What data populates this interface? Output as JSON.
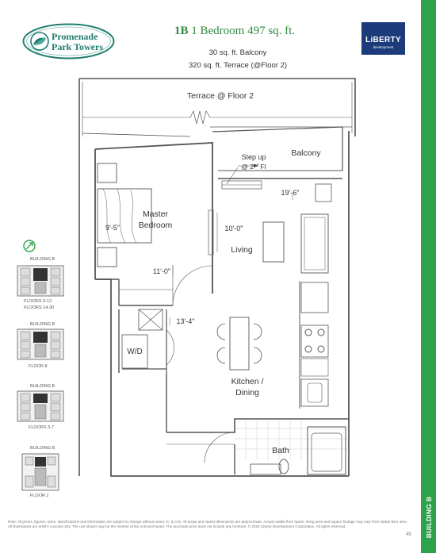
{
  "logo": {
    "line1": "Promenade",
    "line2": "Park Towers"
  },
  "header": {
    "unit_code": "1B",
    "unit_desc": "1 Bedroom 497 sq. ft.",
    "balcony_area": "30 sq. ft. Balcony",
    "terrace_area": "320 sq. ft. Terrace (@Floor 2)"
  },
  "brand": {
    "name": "LiBERTY",
    "sub": "development"
  },
  "plan": {
    "terrace": "Terrace @ Floor 2",
    "step_up_1": "Step up",
    "step_up_2a": "@ 2",
    "step_up_2b": "nd",
    "step_up_2c": " Fl",
    "balcony": "Balcony",
    "balcony_dim": "19'-6\"",
    "master_1": "Master",
    "master_2": "Bedroom",
    "master_dim_a": "9'-5\"",
    "master_dim_b": "11'-0\"",
    "living": "Living",
    "living_dim": "10'-0\"",
    "washer_dryer": "W/D",
    "kitchen_dim": "13'-4\"",
    "kitchen_1": "Kitchen /",
    "kitchen_2": "Dining",
    "bath": "Bath"
  },
  "key_plans": [
    {
      "building": "BUILDING B",
      "floors_1": "FLOORS 9-12",
      "floors_2": "FLOORS 14-30"
    },
    {
      "building": "BUILDING B",
      "floors_1": "FLOOR 8"
    },
    {
      "building": "BUILDING B",
      "floors_1": "FLOORS 3-7"
    },
    {
      "building": "BUILDING B",
      "floors_1": "FLOOR 2"
    }
  ],
  "footer": {
    "disclaimer": "Note: All prices, figures, sizes, specifications and information are subject to change without notice. E. & O.E. All areas and stated dimensions are approximate. Actual usable floor space, living area and square footage may vary from stated floor area. All illustrations are artist's concept only. The unit shown may be the reverse of the unit purchased. The purchase price does not include any furniture. © 2020 Liberty Development Corporation. All rights reserved.",
    "page": "45"
  },
  "side_label": "BUILDING B",
  "colors": {
    "accent_green": "#2ea24a",
    "brand_blue": "#1b3b7a",
    "logo_teal": "#1f7d6f"
  }
}
